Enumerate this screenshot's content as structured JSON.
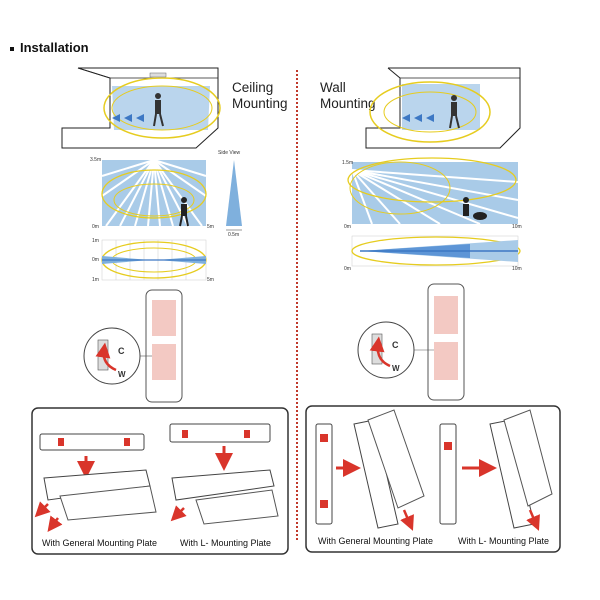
{
  "section_title": "Installation",
  "ceiling": {
    "title_line1": "Ceiling",
    "title_line2": "Mounting",
    "side_view_label": "Side View",
    "side_view_dim": "0.5m",
    "top_height": "3.5m",
    "top_origin": "0m",
    "top_range": "5m",
    "mid_labels": [
      "1m",
      "0m",
      "1m"
    ],
    "mid_range": "5m",
    "dial_letters": [
      "C",
      "W"
    ],
    "caption_general": "With General Mounting Plate",
    "caption_l": "With L- Mounting Plate"
  },
  "wall": {
    "title_line1": "Wall",
    "title_line2": "Mounting",
    "top_height": "1.5m",
    "top_origin": "0m",
    "top_range": "10m",
    "mid_origin": "0m",
    "mid_range": "10m",
    "dial_letters": [
      "C",
      "W"
    ],
    "caption_general": "With General Mounting Plate",
    "caption_l": "With L- Mounting Plate"
  },
  "colors": {
    "beam": "#a9cbe8",
    "beam_dark": "#3d78c4",
    "zone": "#e6cc1f",
    "arrow": "#d9352b",
    "divider": "#c0392b",
    "detector_fill": "#f3c9c3"
  }
}
